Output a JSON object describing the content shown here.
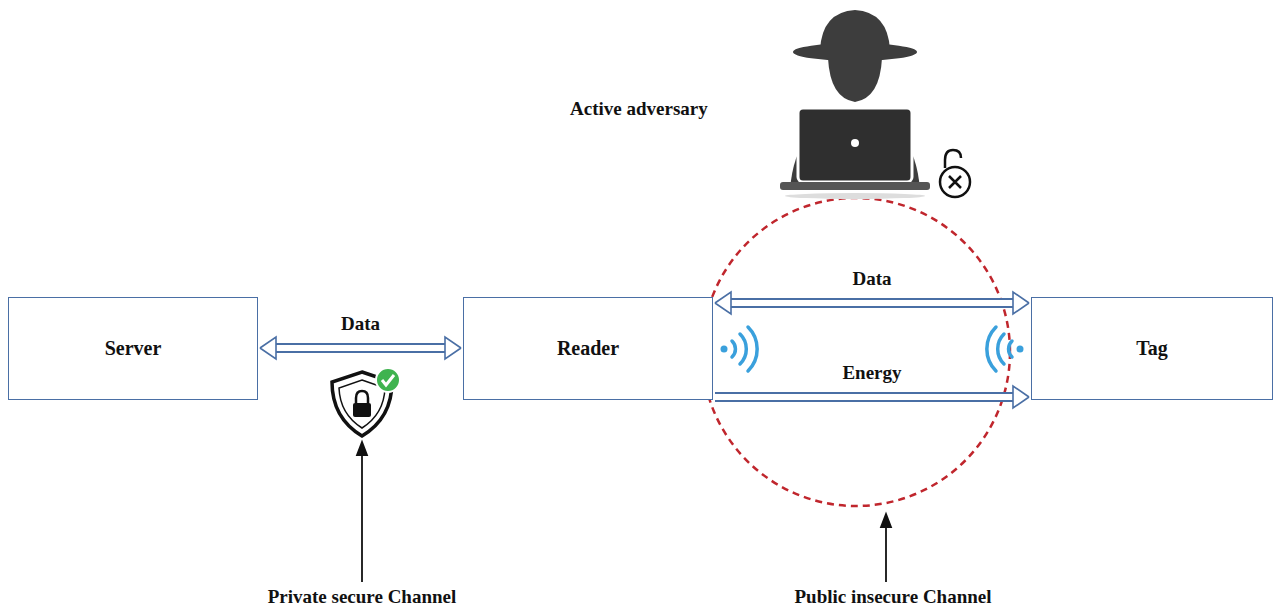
{
  "diagram": {
    "nodes": [
      {
        "text": [
          "Server"
        ]
      },
      {
        "text": [
          "Reader"
        ]
      },
      {
        "text": [
          "Tag"
        ]
      }
    ],
    "edges": [
      {
        "from": 0,
        "to": 1,
        "label": "Data",
        "arrow": "both"
      },
      {
        "from": 1,
        "to": 2,
        "label": "Data",
        "arrow": "both"
      },
      {
        "from": 1,
        "to": 2,
        "label": "Energy",
        "arrow": "to"
      }
    ],
    "labels": [
      "Active adversary",
      "Private secure Channel",
      "Public insecure Channel"
    ]
  }
}
